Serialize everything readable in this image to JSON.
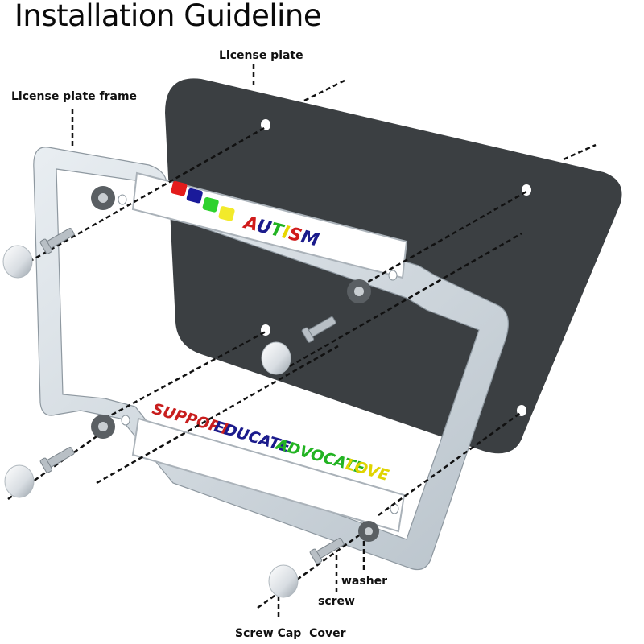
{
  "title": "Installation Guideline",
  "labels": {
    "license_plate": "License plate",
    "license_plate_frame": "License plate frame",
    "washer": "washer",
    "screw": "screw",
    "screw_cap_cover": "Screw Cap  Cover"
  },
  "frame": {
    "top_banner": {
      "text": "AUTISM",
      "letter_colors": [
        "#d01b1b",
        "#1b1b8c",
        "#22b322",
        "#e8d600",
        "#d01b1b",
        "#1b1b8c"
      ],
      "puzzle_colors": [
        "#e31b1b",
        "#1a1a9a",
        "#2ed22e",
        "#f2ea2a"
      ]
    },
    "bottom_banner": {
      "words": [
        {
          "text": "SUPPORT",
          "color": "#c81e1e"
        },
        {
          "text": "EDUCATE",
          "color": "#1b1b8c"
        },
        {
          "text": "ADVOCATE",
          "color": "#22b322"
        },
        {
          "text": "LOVE",
          "color": "#e0d400"
        }
      ]
    }
  },
  "colors": {
    "plate": "#3b3f42",
    "frame": "#cfd6dc",
    "dash": "#111111"
  }
}
